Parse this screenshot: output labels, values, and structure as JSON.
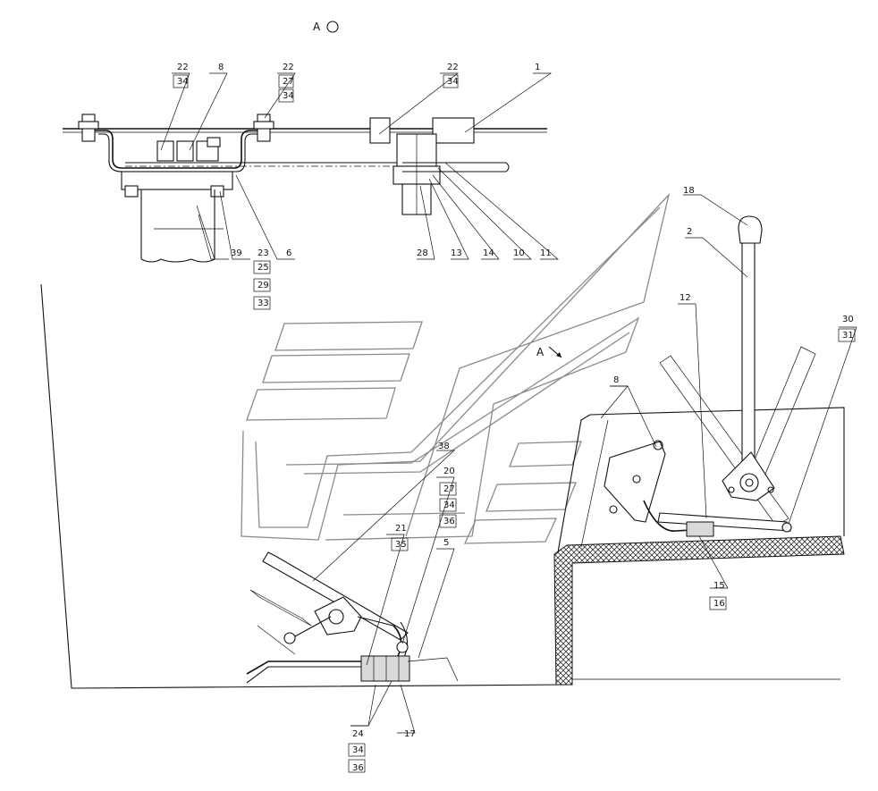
{
  "view_label": "A",
  "arrow_label": "A",
  "callouts": {
    "c1": "1",
    "c2": "2",
    "c5": "5",
    "c6": "6",
    "c8a": "8",
    "c8b": "8",
    "c10": "10",
    "c11": "11",
    "c12": "12",
    "c13": "13",
    "c14": "14",
    "c15": "15",
    "c16": "16",
    "c17": "17",
    "c18": "18",
    "c20": "20",
    "c21": "21",
    "c22a": "22",
    "c22b": "22",
    "c22c": "22",
    "c23": "23",
    "c24": "24",
    "c25": "25",
    "c27a": "27",
    "c27b": "27",
    "c28": "28",
    "c29": "29",
    "c30": "30",
    "c31": "31",
    "c33": "33",
    "c34a": "34",
    "c34b": "34",
    "c34c": "34",
    "c34d": "34",
    "c34e": "34",
    "c35": "35",
    "c36a": "36",
    "c36b": "36",
    "c38": "38",
    "c39": "39"
  }
}
